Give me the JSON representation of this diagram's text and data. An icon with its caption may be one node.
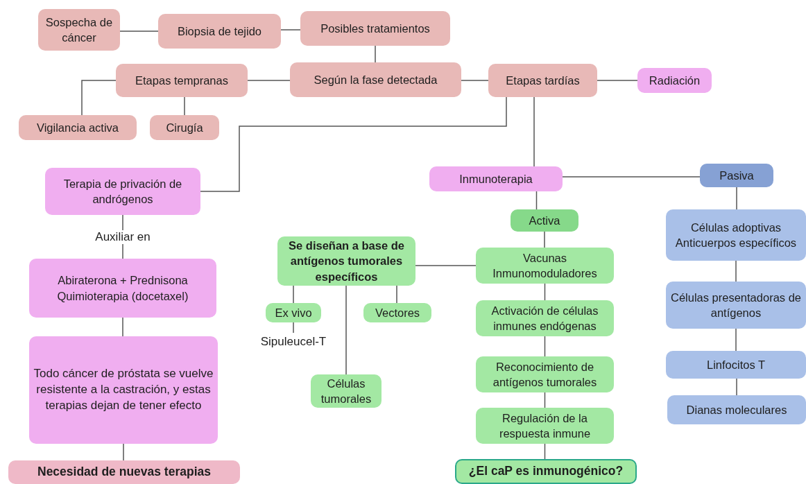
{
  "diagram": {
    "nodes": [
      {
        "text": [
          "Sospecha de cáncer"
        ]
      },
      {
        "text": [
          "Biopsia de tejido"
        ]
      },
      {
        "text": [
          "Posibles tratamientos"
        ]
      },
      {
        "text": [
          "Según la fase detectada"
        ]
      },
      {
        "text": [
          "Etapas tempranas"
        ]
      },
      {
        "text": [
          "Etapas tardías"
        ]
      },
      {
        "text": [
          "Radiación"
        ]
      },
      {
        "text": [
          "Vigilancia activa"
        ]
      },
      {
        "text": [
          "Cirugía"
        ]
      },
      {
        "text": [
          "Terapia de privación de andrógenos"
        ]
      },
      {
        "text": [
          "Abiraterona + Prednisona Quimioterapia (docetaxel)"
        ]
      },
      {
        "text": [
          "Todo cáncer de próstata se vuelve resistente a la castración, y estas terapias dejan de tener efecto"
        ]
      },
      {
        "text": [
          "Necesidad de nuevas terapias"
        ]
      },
      {
        "text": [
          "Inmunoterapia"
        ]
      },
      {
        "text": [
          "Pasiva"
        ]
      },
      {
        "text": [
          "Activa"
        ]
      },
      {
        "text": [
          "Vacunas Inmunomoduladores"
        ]
      },
      {
        "text": [
          "Se diseñan a base de antígenos tumorales específicos"
        ]
      },
      {
        "text": [
          "Ex vivo"
        ]
      },
      {
        "text": [
          "Vectores"
        ]
      },
      {
        "text": [
          "Sipuleucel-T"
        ]
      },
      {
        "text": [
          "Células tumorales"
        ]
      },
      {
        "text": [
          "Activación de células inmunes endógenas"
        ]
      },
      {
        "text": [
          "Reconocimiento de antígenos tumorales"
        ]
      },
      {
        "text": [
          "Regulación de la respuesta inmune"
        ]
      },
      {
        "text": [
          "¿El caP es inmunogénico?"
        ]
      },
      {
        "text": [
          "Células adoptivas Anticuerpos específicos"
        ]
      },
      {
        "text": [
          "Células presentadoras de antígenos"
        ]
      },
      {
        "text": [
          "Linfocitos T"
        ]
      },
      {
        "text": [
          "Dianas moleculares"
        ]
      }
    ],
    "edges": [
      {
        "from": 0,
        "to": 1,
        "arrow": "none"
      },
      {
        "from": 1,
        "to": 2,
        "arrow": "none"
      },
      {
        "from": 2,
        "to": 3,
        "arrow": "none"
      },
      {
        "from": 3,
        "to": 4,
        "arrow": "none"
      },
      {
        "from": 4,
        "to": 7,
        "arrow": "none"
      },
      {
        "from": 4,
        "to": 8,
        "arrow": "none"
      },
      {
        "from": 3,
        "to": 5,
        "arrow": "none"
      },
      {
        "from": 5,
        "to": 6,
        "arrow": "none"
      },
      {
        "from": 5,
        "to": 9,
        "arrow": "none"
      },
      {
        "from": 5,
        "to": 13,
        "arrow": "none"
      },
      {
        "from": 9,
        "to": 10,
        "label": "Auxiliar en",
        "arrow": "none"
      },
      {
        "from": 10,
        "to": 11,
        "arrow": "none"
      },
      {
        "from": 11,
        "to": 12,
        "arrow": "none"
      },
      {
        "from": 13,
        "to": 14,
        "arrow": "none"
      },
      {
        "from": 13,
        "to": 15,
        "arrow": "none"
      },
      {
        "from": 15,
        "to": 16,
        "arrow": "none"
      },
      {
        "from": 16,
        "to": 17,
        "arrow": "none"
      },
      {
        "from": 17,
        "to": 18,
        "arrow": "none"
      },
      {
        "from": 17,
        "to": 19,
        "arrow": "none"
      },
      {
        "from": 18,
        "to": 20,
        "arrow": "none"
      },
      {
        "from": 17,
        "to": 21,
        "arrow": "none"
      },
      {
        "from": 16,
        "to": 22,
        "arrow": "none"
      },
      {
        "from": 22,
        "to": 23,
        "arrow": "none"
      },
      {
        "from": 23,
        "to": 24,
        "arrow": "none"
      },
      {
        "from": 24,
        "to": 25,
        "arrow": "none"
      },
      {
        "from": 14,
        "to": 26,
        "arrow": "none"
      },
      {
        "from": 26,
        "to": 27,
        "arrow": "none"
      },
      {
        "from": 27,
        "to": 28,
        "arrow": "none"
      },
      {
        "from": 28,
        "to": 29,
        "arrow": "none"
      }
    ]
  }
}
